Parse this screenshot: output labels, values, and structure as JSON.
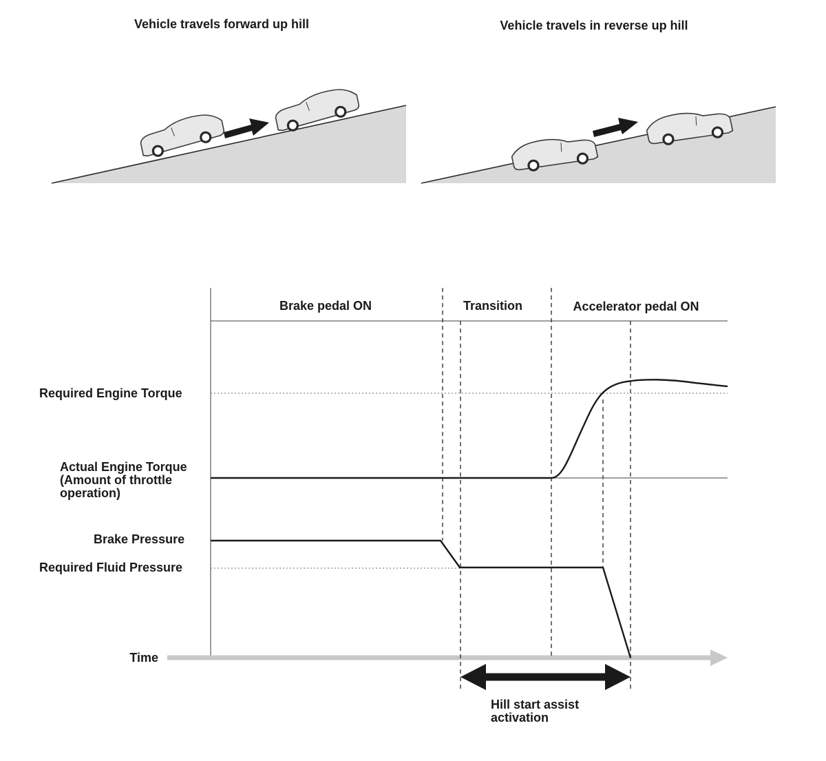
{
  "scenes": {
    "forward_title": "Vehicle travels forward up hill",
    "reverse_title": "Vehicle travels in reverse up hill"
  },
  "timing": {
    "phases": [
      "Brake pedal ON",
      "Transition",
      "Accelerator pedal ON"
    ],
    "signals": {
      "required_engine_torque": "Required Engine Torque",
      "actual_engine_torque": [
        "Actual Engine Torque",
        "(Amount of throttle",
        "operation)"
      ],
      "brake_pressure": "Brake Pressure",
      "required_fluid_pressure": "Required Fluid Pressure"
    },
    "time_axis": "Time",
    "activation": [
      "Hill start assist",
      "activation"
    ]
  }
}
